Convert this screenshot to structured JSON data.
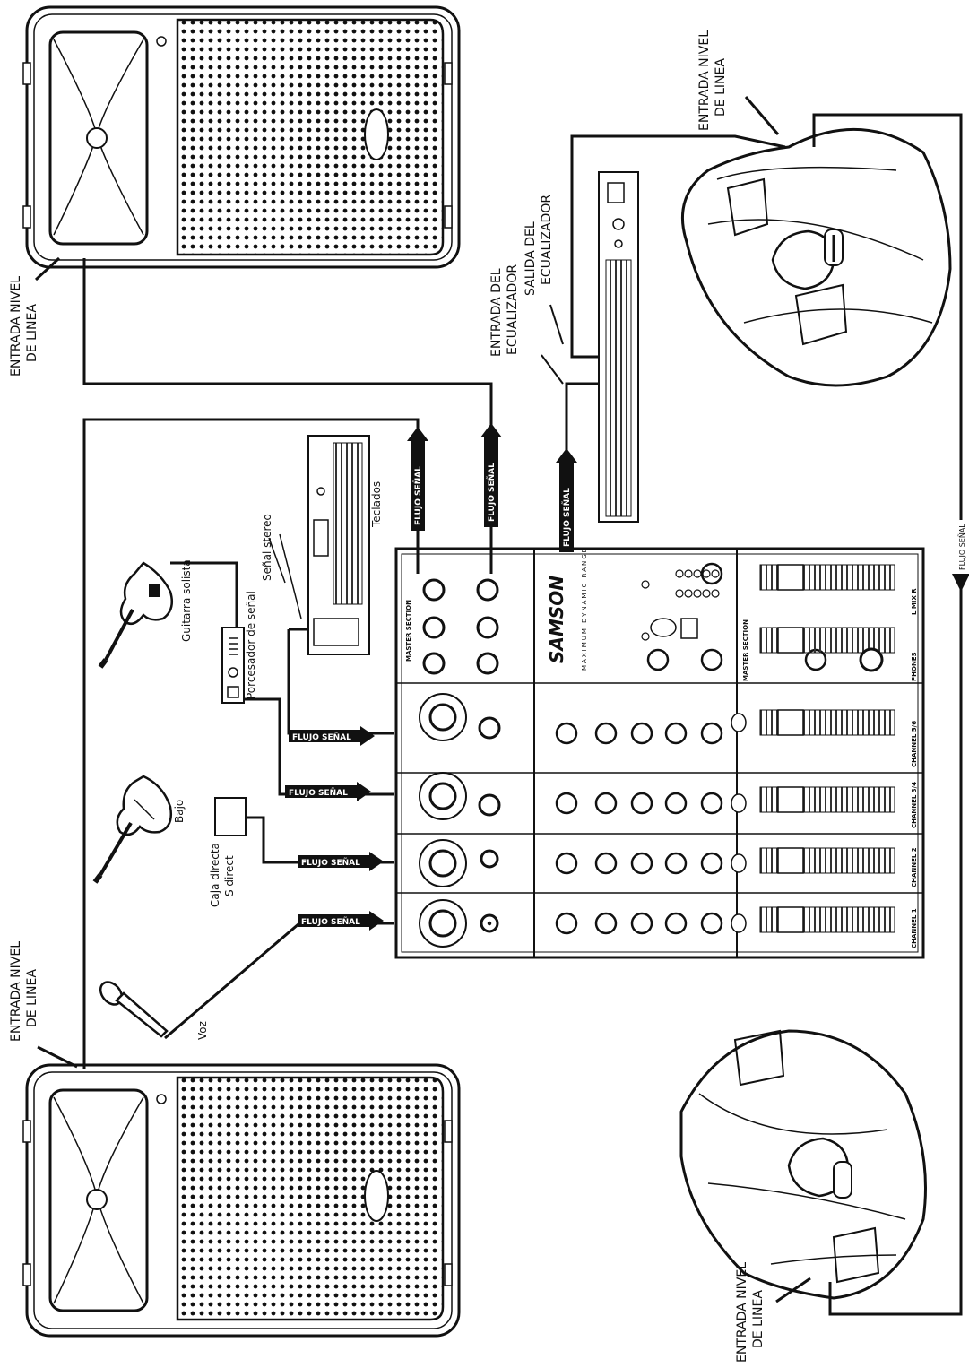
{
  "labels": {
    "line_in": [
      "ENTRADA NIVEL",
      "DE LINEA"
    ],
    "eq_out": [
      "SALIDA DEL",
      "ECUALIZADOR"
    ],
    "eq_in": [
      "ENTRADA DEL",
      "ECUALIZADOR"
    ],
    "signal_flow": "FLUJO SEÑAL",
    "stereo_signal": "Señal stereo",
    "keyboards": "Teclados",
    "lead_guitar": "Guitarra solista",
    "signal_processor": "Porcesador de señal",
    "bass": "Bajo",
    "direct_box": [
      "Caja directa",
      "S direct"
    ],
    "voice": "Voz"
  },
  "mixer": {
    "brand": "SAMSON",
    "tagline": "MAXIMUM DYNAMIC RANGE",
    "sections": {
      "master_section": "MASTER SECTION",
      "channel_1": "CHANNEL 1",
      "channel_2": "CHANNEL 2",
      "channel_34": "CHANNEL 3/4",
      "channel_56": "CHANNEL 5/6",
      "phones": "PHONES",
      "mix": "L MIX R"
    }
  },
  "colors": {
    "line": "#111111",
    "flow_tag": "#111111"
  }
}
